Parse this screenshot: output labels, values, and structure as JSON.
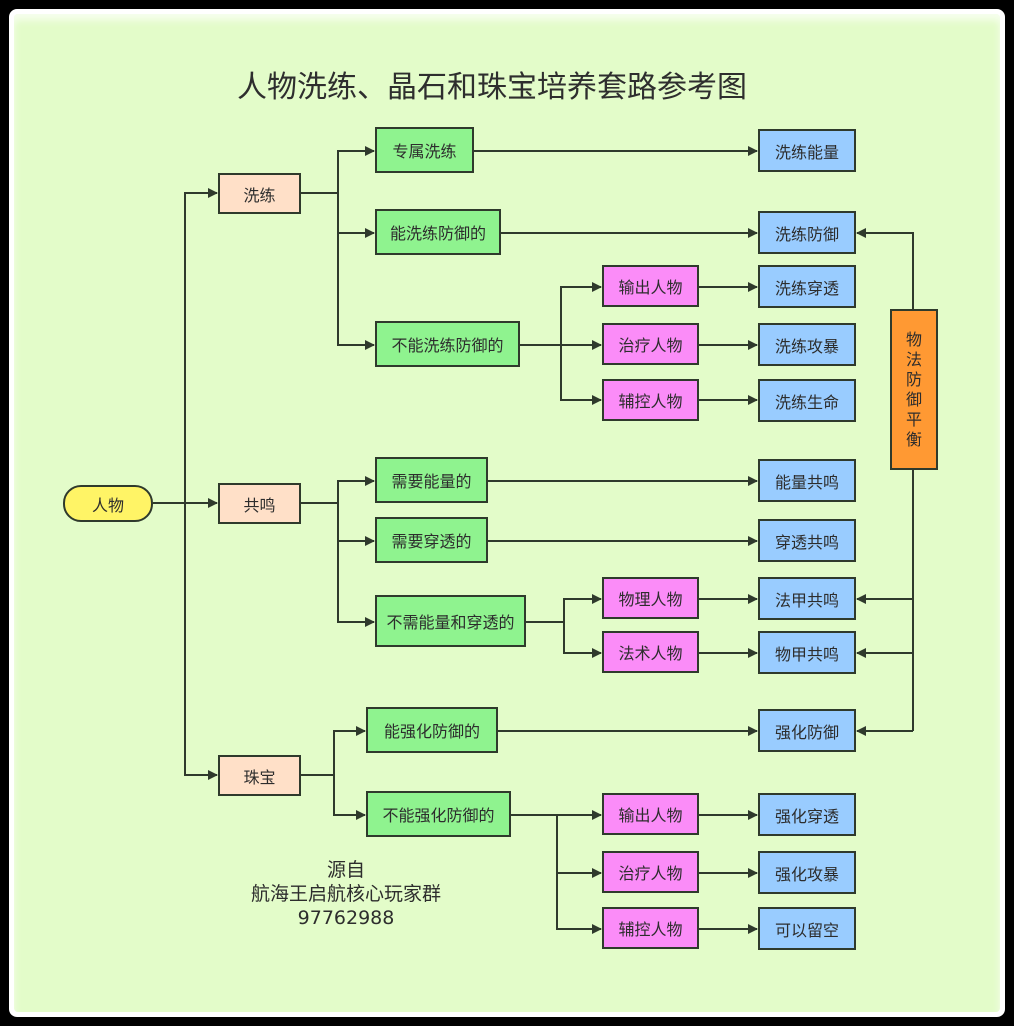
{
  "title": "人物洗练、晶石和珠宝培养套路参考图",
  "colors": {
    "background": "#e3fcc9",
    "start": "#fff466",
    "category": "#ffe0c8",
    "condition": "#8ff38f",
    "role": "#fb8cf8",
    "result": "#99ccff",
    "balance": "#ff9933",
    "line": "#2f3a2c"
  },
  "nodes": {
    "root": "人物",
    "cat_xilian": "洗练",
    "cat_gongming": "共鸣",
    "cat_zhubao": "珠宝",
    "c_zhuanshu": "专属洗练",
    "c_neng_xl_fy": "能洗练防御的",
    "c_buneng_xl_fy": "不能洗练防御的",
    "c_xuyao_nl": "需要能量的",
    "c_xuyao_ct": "需要穿透的",
    "c_bux_nl_ct": "不需能量和穿透的",
    "c_neng_qh_fy": "能强化防御的",
    "c_buneng_qh_fy": "不能强化防御的",
    "r_shuchu_1": "输出人物",
    "r_zhiliao_1": "治疗人物",
    "r_fukong_1": "辅控人物",
    "r_wuli": "物理人物",
    "r_fashu": "法术人物",
    "r_shuchu_2": "输出人物",
    "r_zhiliao_2": "治疗人物",
    "r_fukong_2": "辅控人物",
    "o_xl_nl": "洗练能量",
    "o_xl_fy": "洗练防御",
    "o_xl_ct": "洗练穿透",
    "o_xl_gb": "洗练攻暴",
    "o_xl_sm": "洗练生命",
    "o_nl_gm": "能量共鸣",
    "o_ct_gm": "穿透共鸣",
    "o_fj_gm": "法甲共鸣",
    "o_wj_gm": "物甲共鸣",
    "o_qh_fy": "强化防御",
    "o_qh_ct": "强化穿透",
    "o_qh_gb": "强化攻暴",
    "o_kyk": "可以留空",
    "balance_chars": [
      "物",
      "法",
      "防",
      "御",
      "平",
      "衡"
    ]
  },
  "credit": {
    "line1": "源自",
    "line2": "航海王启航核心玩家群",
    "line3": "97762988"
  }
}
